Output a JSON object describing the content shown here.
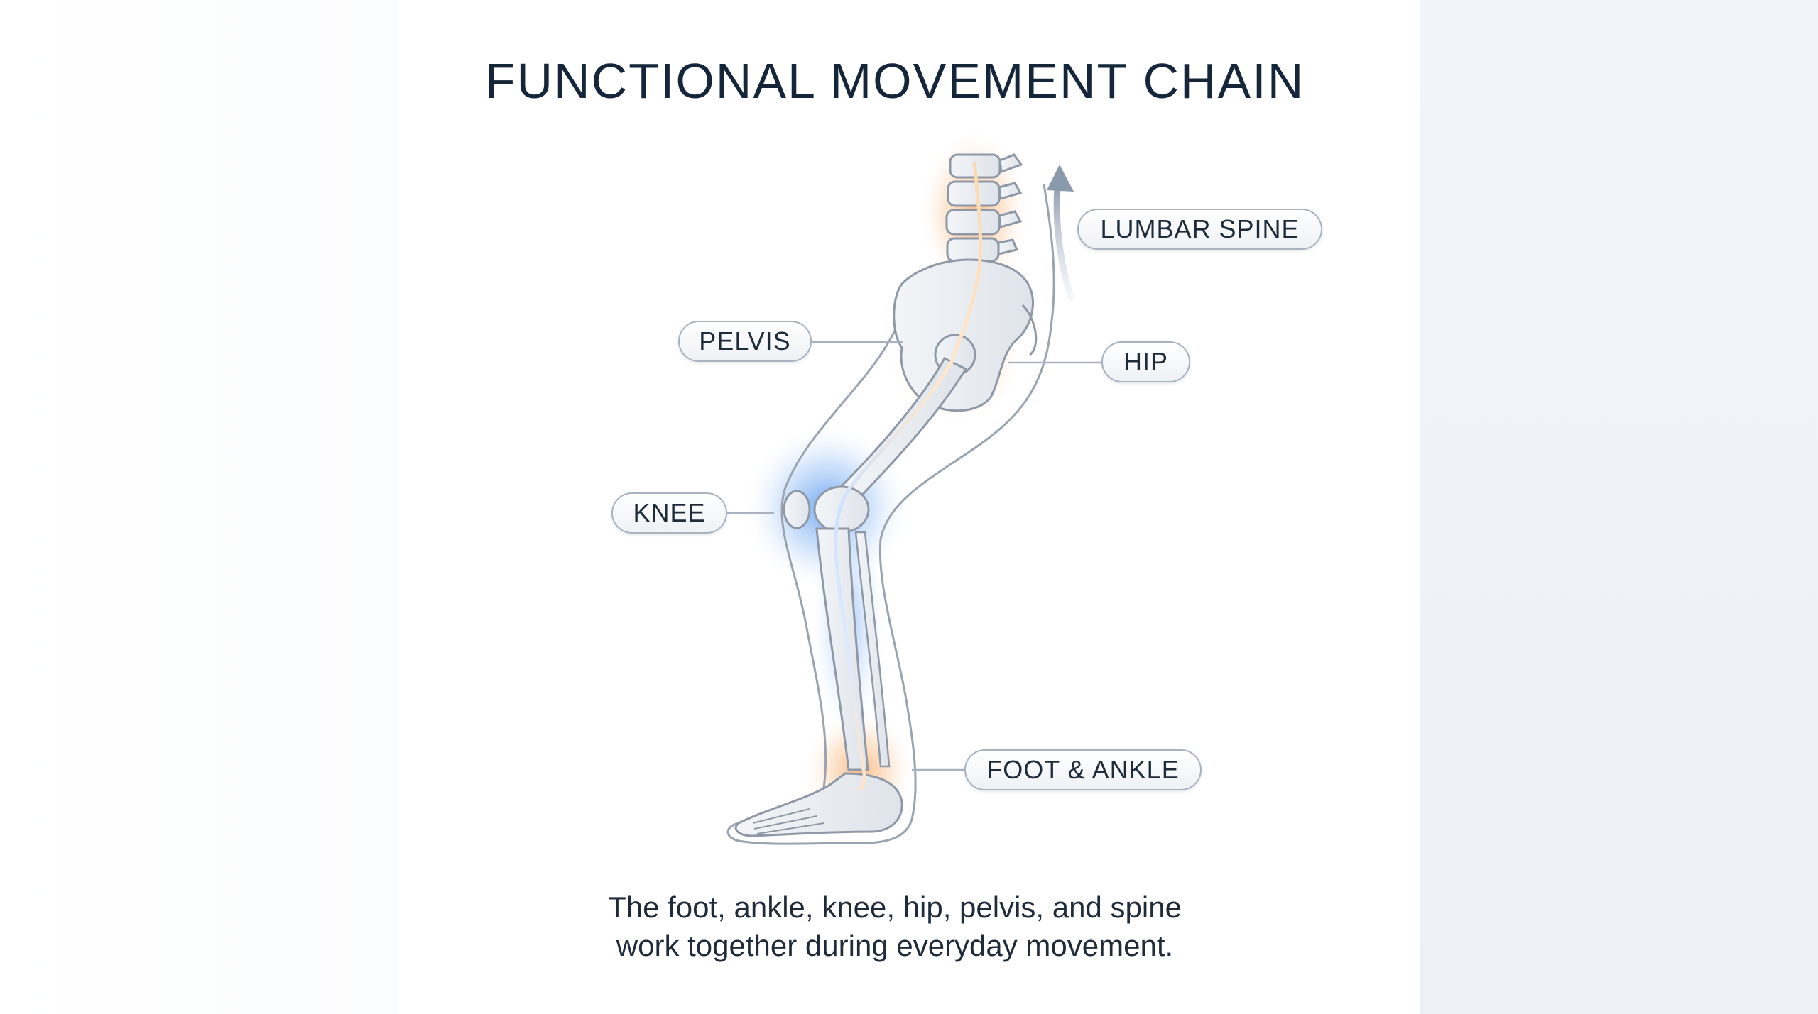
{
  "title": "FUNCTIONAL MOVEMENT CHAIN",
  "labels": {
    "lumbar_spine": "LUMBAR SPINE",
    "pelvis": "PELVIS",
    "hip": "HIP",
    "knee": "KNEE",
    "foot_ankle": "FOOT & ANKLE"
  },
  "caption": {
    "line1": "The foot, ankle, knee, hip, pelvis, and spine",
    "line2": "work together during everyday movement."
  },
  "colors": {
    "title": "#15263a",
    "highlight_warm": "#f59a4a",
    "highlight_cool": "#5b9df0",
    "bone_outline": "#8e98a6",
    "leader_line": "#a9b3bf",
    "side_panel": "#eef2f7"
  }
}
